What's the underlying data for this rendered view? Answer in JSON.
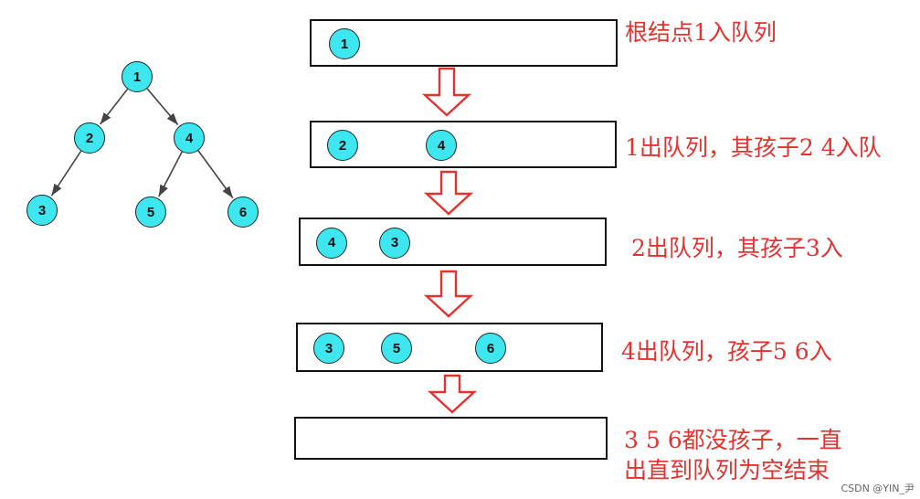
{
  "tree": {
    "nodes": [
      {
        "id": "n1",
        "label": "1"
      },
      {
        "id": "n2",
        "label": "2"
      },
      {
        "id": "n4",
        "label": "4"
      },
      {
        "id": "n3",
        "label": "3"
      },
      {
        "id": "n5",
        "label": "5"
      },
      {
        "id": "n6",
        "label": "6"
      }
    ],
    "edges": [
      [
        "1",
        "2"
      ],
      [
        "1",
        "4"
      ],
      [
        "2",
        "3"
      ],
      [
        "4",
        "5"
      ],
      [
        "4",
        "6"
      ]
    ]
  },
  "steps": [
    {
      "queue": [
        "1"
      ],
      "caption": "根结点1入队列"
    },
    {
      "queue": [
        "2",
        "4"
      ],
      "caption": "1出队列，其孩子2 4入队"
    },
    {
      "queue": [
        "4",
        "3"
      ],
      "caption": "2出队列，其孩子3入"
    },
    {
      "queue": [
        "3",
        "5",
        "6"
      ],
      "caption": "4出队列，孩子5 6入"
    },
    {
      "queue": [],
      "caption_lines": [
        "3 5 6都没孩子，一直",
        "出直到队列为空结束"
      ]
    }
  ],
  "watermark": "CSDN @YIN_尹",
  "colors": {
    "node": "#3ee6ef",
    "caption": "#e3322f",
    "arrow": "#e3322f"
  }
}
